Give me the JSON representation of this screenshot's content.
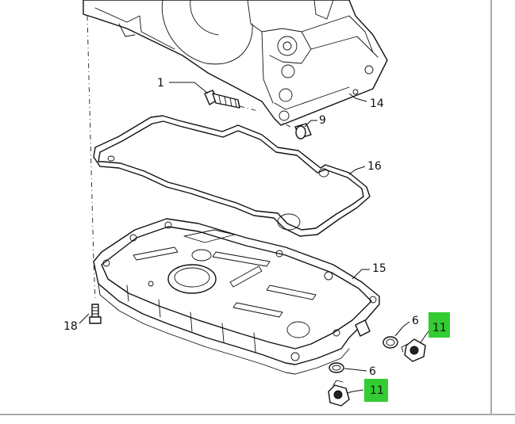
{
  "highlight_color": "#33cc33",
  "callouts": [
    {
      "id": "c1",
      "label": "1",
      "highlighted": false
    },
    {
      "id": "c14",
      "label": "14",
      "highlighted": false
    },
    {
      "id": "c9",
      "label": "9",
      "highlighted": false
    },
    {
      "id": "c16",
      "label": "16",
      "highlighted": false
    },
    {
      "id": "c15",
      "label": "15",
      "highlighted": false
    },
    {
      "id": "c18",
      "label": "18",
      "highlighted": false
    },
    {
      "id": "c6a",
      "label": "6",
      "highlighted": false
    },
    {
      "id": "c11a",
      "label": "11",
      "highlighted": true
    },
    {
      "id": "c6b",
      "label": "6",
      "highlighted": false
    },
    {
      "id": "c11b",
      "label": "11",
      "highlighted": true
    }
  ]
}
